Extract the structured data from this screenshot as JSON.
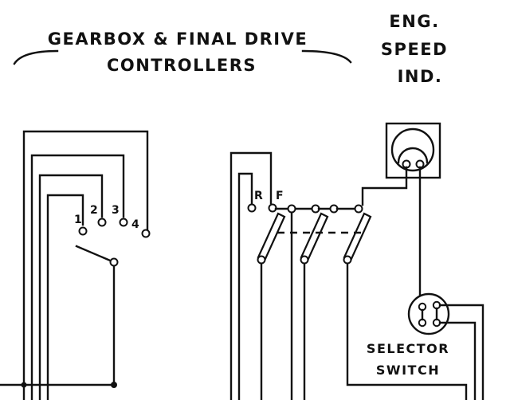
{
  "title": {
    "line1": "GEARBOX & FINAL DRIVE",
    "line2": "CONTROLLERS"
  },
  "indicator": {
    "line1": "ENG.",
    "line2": "SPEED",
    "line3": "IND."
  },
  "gearbox_controller": {
    "positions": [
      "1",
      "2",
      "3",
      "4"
    ]
  },
  "final_drive_controller": {
    "positions": [
      "R",
      "F"
    ]
  },
  "selector_switch": {
    "line1": "SELECTOR",
    "line2": "SWITCH"
  },
  "colors": {
    "ink": "#111111",
    "paper": "#ffffff"
  }
}
